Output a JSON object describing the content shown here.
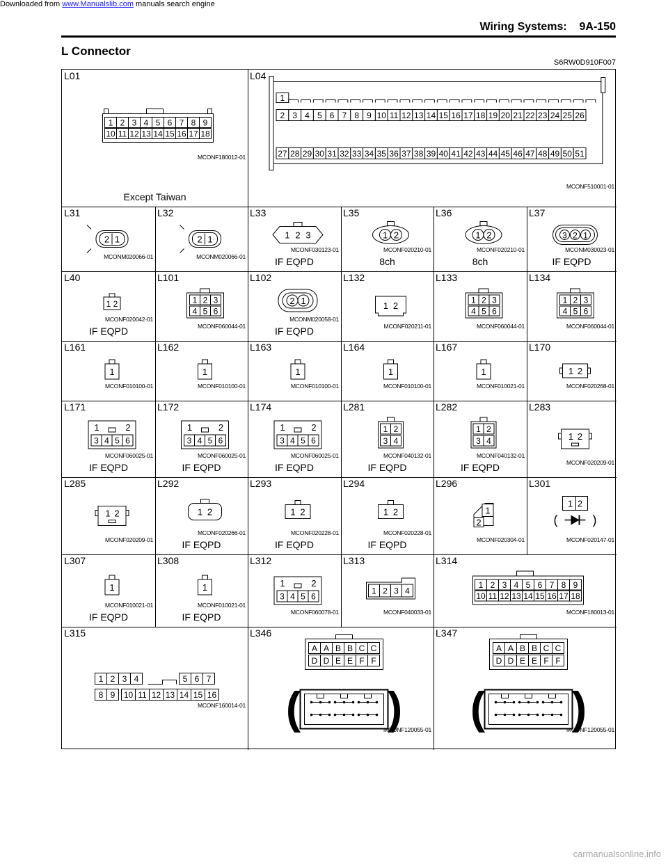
{
  "download_line": {
    "prefix": "Downloaded from ",
    "link": "www.Manualslib.com",
    "suffix": " manuals search engine"
  },
  "header": {
    "title": "Wiring Systems:    9A-150"
  },
  "section": {
    "title": "L Connector",
    "code": "S6RW0D910F007"
  },
  "connectors": {
    "L01": {
      "name": "L01",
      "code": "MCONF180012-01",
      "note": "Except Taiwan",
      "pins_top": [
        "1",
        "2",
        "3",
        "4",
        "5",
        "6",
        "7",
        "8",
        "9"
      ],
      "pins_bottom": [
        "10",
        "11",
        "12",
        "13",
        "14",
        "15",
        "16",
        "17",
        "18"
      ]
    },
    "L04": {
      "name": "L04",
      "code": "MCONF510001-01",
      "pin_first": "1",
      "pins_mid": [
        "2",
        "3",
        "4",
        "5",
        "6",
        "7",
        "8",
        "9",
        "10",
        "11",
        "12",
        "13",
        "14",
        "15",
        "16",
        "17",
        "18",
        "19",
        "20",
        "21",
        "22",
        "23",
        "24",
        "25",
        "26"
      ],
      "pins_bottom": [
        "27",
        "28",
        "29",
        "30",
        "31",
        "32",
        "33",
        "34",
        "35",
        "36",
        "37",
        "38",
        "39",
        "40",
        "41",
        "42",
        "43",
        "44",
        "45",
        "46",
        "47",
        "48",
        "49",
        "50",
        "51"
      ]
    },
    "L31": {
      "name": "L31",
      "code": "MCONM020066-01",
      "pins": [
        "2",
        "1"
      ]
    },
    "L32": {
      "name": "L32",
      "code": "MCONM020066-01",
      "pins": [
        "2",
        "1"
      ]
    },
    "L33": {
      "name": "L33",
      "code": "MCONF030123-01",
      "note": "IF EQPD",
      "pins": [
        "1",
        "2",
        "3"
      ]
    },
    "L35": {
      "name": "L35",
      "code": "MCONF020210-01",
      "note": "8ch",
      "pins": [
        "1",
        "2"
      ]
    },
    "L36": {
      "name": "L36",
      "code": "MCONF020210-01",
      "note": "8ch",
      "pins": [
        "1",
        "2"
      ]
    },
    "L37": {
      "name": "L37",
      "code": "MCONM030023-01",
      "note": "IF EQPD",
      "pins": [
        "3",
        "2",
        "1"
      ]
    },
    "L40": {
      "name": "L40",
      "code": "MCONF020042-01",
      "note": "IF EQPD",
      "pins": [
        "1",
        "2"
      ]
    },
    "L101": {
      "name": "L101",
      "code": "MCONF060044-01",
      "pins": [
        "1",
        "2",
        "3",
        "4",
        "5",
        "6"
      ]
    },
    "L102": {
      "name": "L102",
      "code": "MCONM020058-01",
      "note": "IF EQPD",
      "pins": [
        "2",
        "1"
      ]
    },
    "L132": {
      "name": "L132",
      "code": "MCONF020211-01",
      "pins": [
        "1",
        "2"
      ]
    },
    "L133": {
      "name": "L133",
      "code": "MCONF060044-01",
      "pins": [
        "1",
        "2",
        "3",
        "4",
        "5",
        "6"
      ]
    },
    "L134": {
      "name": "L134",
      "code": "MCONF060044-01",
      "pins": [
        "1",
        "2",
        "3",
        "4",
        "5",
        "6"
      ]
    },
    "L161": {
      "name": "L161",
      "code": "MCONF010100-01",
      "pins": [
        "1"
      ]
    },
    "L162": {
      "name": "L162",
      "code": "MCONF010100-01",
      "pins": [
        "1"
      ]
    },
    "L163": {
      "name": "L163",
      "code": "MCONF010100-01",
      "pins": [
        "1"
      ]
    },
    "L164": {
      "name": "L164",
      "code": "MCONF010100-01",
      "pins": [
        "1"
      ]
    },
    "L167": {
      "name": "L167",
      "code": "MCONF010021-01",
      "pins": [
        "1"
      ]
    },
    "L170": {
      "name": "L170",
      "code": "MCONF020268-01",
      "pins": [
        "1",
        "2"
      ]
    },
    "L171": {
      "name": "L171",
      "code": "MCONF060025-01",
      "note": "IF EQPD",
      "pins": [
        "1",
        "2",
        "3",
        "4",
        "5",
        "6"
      ]
    },
    "L172": {
      "name": "L172",
      "code": "MCONF060025-01",
      "note": "IF EQPD",
      "pins": [
        "1",
        "2",
        "3",
        "4",
        "5",
        "6"
      ]
    },
    "L174": {
      "name": "L174",
      "code": "MCONF060025-01",
      "note": "IF EQPD",
      "pins": [
        "1",
        "2",
        "3",
        "4",
        "5",
        "6"
      ]
    },
    "L281": {
      "name": "L281",
      "code": "MCONF040132-01",
      "note": "IF EQPD",
      "pins": [
        "1",
        "2",
        "3",
        "4"
      ]
    },
    "L282": {
      "name": "L282",
      "code": "MCONF040132-01",
      "note": "IF EQPD",
      "pins": [
        "1",
        "2",
        "3",
        "4"
      ]
    },
    "L283": {
      "name": "L283",
      "code": "MCONF020209-01",
      "pins": [
        "1",
        "2"
      ]
    },
    "L285": {
      "name": "L285",
      "code": "MCONF020209-01",
      "pins": [
        "1",
        "2"
      ]
    },
    "L292": {
      "name": "L292",
      "code": "MCONF020266-01",
      "note": "IF EQPD",
      "pins": [
        "1",
        "2"
      ]
    },
    "L293": {
      "name": "L293",
      "code": "MCONF020228-01",
      "note": "IF EQPD",
      "pins": [
        "1",
        "2"
      ]
    },
    "L294": {
      "name": "L294",
      "code": "MCONF020228-01",
      "note": "IF EQPD",
      "pins": [
        "1",
        "2"
      ]
    },
    "L296": {
      "name": "L296",
      "code": "MCONF020304-01",
      "pins": [
        "1",
        "2"
      ]
    },
    "L301": {
      "name": "L301",
      "code": "MCONF020147-01",
      "pins": [
        "1",
        "2"
      ],
      "paren_open": "(",
      "paren_close": ")"
    },
    "L307": {
      "name": "L307",
      "code": "MCONF010021-01",
      "note": "IF EQPD",
      "pins": [
        "1"
      ]
    },
    "L308": {
      "name": "L308",
      "code": "MCONF010021-01",
      "note": "IF EQPD",
      "pins": [
        "1"
      ]
    },
    "L312": {
      "name": "L312",
      "code": "MCONF060078-01",
      "pins": [
        "1",
        "2",
        "3",
        "4",
        "5",
        "6"
      ]
    },
    "L313": {
      "name": "L313",
      "code": "MCONF040033-01",
      "pins": [
        "1",
        "2",
        "3",
        "4"
      ]
    },
    "L314": {
      "name": "L314",
      "code": "MCONF180013-01",
      "pins_top": [
        "1",
        "2",
        "3",
        "4",
        "5",
        "6",
        "7",
        "8",
        "9"
      ],
      "pins_bottom": [
        "10",
        "11",
        "12",
        "13",
        "14",
        "15",
        "16",
        "17",
        "18"
      ]
    },
    "L315": {
      "name": "L315",
      "code": "MCONF160014-01",
      "pins_top_left": [
        "1",
        "2",
        "3",
        "4"
      ],
      "pins_top_right": [
        "5",
        "6",
        "7"
      ],
      "pins_bottom": [
        "8",
        "9",
        "10",
        "11",
        "12",
        "13",
        "14",
        "15",
        "16"
      ]
    },
    "L346": {
      "name": "L346",
      "code": "MCONF120055-01",
      "pins_top": [
        "A",
        "A",
        "B",
        "B",
        "C",
        "C"
      ],
      "pins_bottom": [
        "D",
        "D",
        "E",
        "E",
        "F",
        "F"
      ],
      "paren_open": "(",
      "paren_close": ")"
    },
    "L347": {
      "name": "L347",
      "code": "MCONF120055-01",
      "pins_top": [
        "A",
        "A",
        "B",
        "B",
        "C",
        "C"
      ],
      "pins_bottom": [
        "D",
        "D",
        "E",
        "E",
        "F",
        "F"
      ],
      "paren_open": "(",
      "paren_close": ")"
    }
  },
  "footer": {
    "text": "carmanualsonline.info"
  }
}
